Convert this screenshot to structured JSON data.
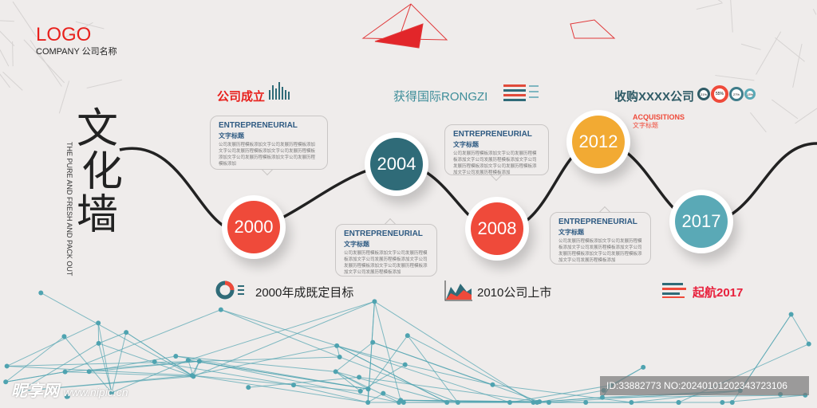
{
  "logo": {
    "text": "LOGO",
    "company": "COMPANY",
    "company_cn": "公司名称"
  },
  "title": {
    "main": [
      "文",
      "化",
      "墙"
    ],
    "subtitle": "THE PURE AND FRESH AND PACK OUT"
  },
  "colors": {
    "red": "#ef4a3a",
    "dark_teal": "#2f6b78",
    "yellow": "#f2aa33",
    "light_teal": "#5aa9b6",
    "network": "#4fa3b0",
    "background": "#efeceb"
  },
  "milestones": [
    {
      "year": "2000",
      "color": "#ef4a3a"
    },
    {
      "year": "2004",
      "color": "#2f6b78"
    },
    {
      "year": "2008",
      "color": "#ef4a3a"
    },
    {
      "year": "2012",
      "color": "#f2aa33"
    },
    {
      "year": "2017",
      "color": "#5aa9b6"
    }
  ],
  "headings": {
    "top": [
      {
        "text": "公司成立",
        "icon": "bar-chart-icon"
      },
      {
        "text": "获得国际RONGZI",
        "icon": "infographic-arrows-icon"
      },
      {
        "text": "收购XXXX公司",
        "icon": "percent-circles-icon",
        "percents": [
          "21%",
          "55%",
          "27%",
          "13%"
        ]
      }
    ],
    "bottom": [
      {
        "text": "2000年成既定目标",
        "icon": "donut-chart-icon"
      },
      {
        "text": "2010公司上市",
        "icon": "area-chart-icon"
      },
      {
        "text": "起航2017",
        "icon": "bar-list-icon"
      }
    ]
  },
  "callouts": [
    {
      "title": "ENTREPRENEURIAL",
      "subtitle": "文字标题",
      "body": "公司发展历程模板添加文字公司发展历程模板添加文字公司发展历程模板添加文字公司发展历程模板添加文字公司发展历程模板添加文字公司发展历程模板添加"
    },
    {
      "title": "ENTREPRENEURIAL",
      "subtitle": "文字标题",
      "body": "公司发展历程模板添加文字公司发展历程模板添加文字公司发展历程模板添加文字公司发展历程模板添加文字公司发展历程模板添加文字公司发展历程模板添加"
    },
    {
      "title": "ENTREPRENEURIAL",
      "subtitle": "文字标题",
      "body": "公司发展历程模板添加文字公司发展历程模板添加文字公司发展历程模板添加文字公司发展历程模板添加文字公司发展历程模板添加文字公司发展历程模板添加"
    },
    {
      "title": "ENTREPRENEURIAL",
      "subtitle": "文字标题",
      "body": "公司发展历程模板添加文字公司发展历程模板添加文字公司发展历程模板添加文字公司发展历程模板添加文字公司发展历程模板添加文字公司发展历程模板添加"
    }
  ],
  "acquisitions": {
    "title": "ACQUISITIONS",
    "subtitle": "文字标题"
  },
  "watermark": {
    "site": "昵享网",
    "url": "www.nipic.cn",
    "id": "ID:33882773 NO:20240101202343723106"
  }
}
